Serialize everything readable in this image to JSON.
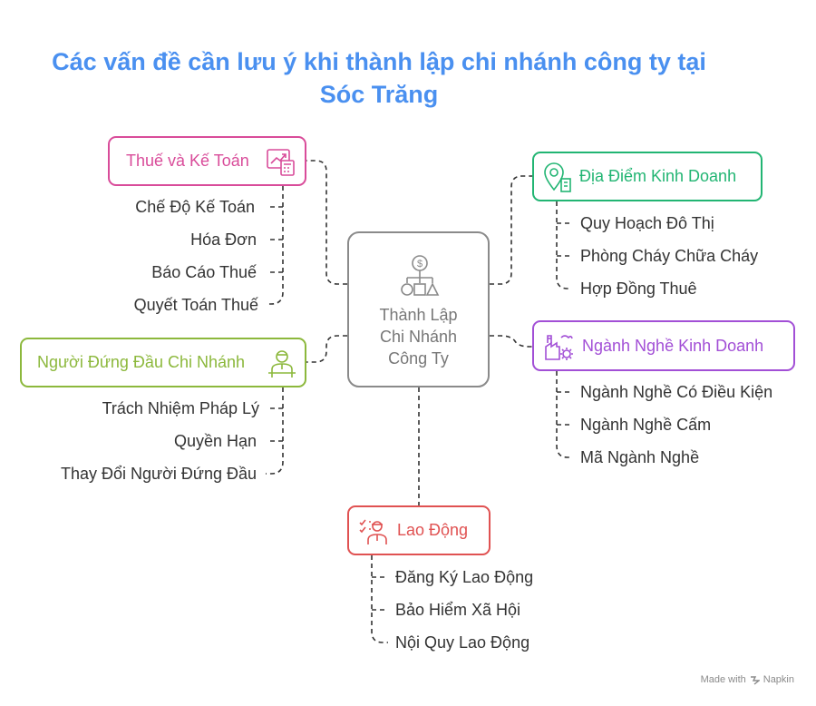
{
  "title": {
    "line1": "Các vấn đề cần lưu ý khi thành lập chi nhánh công ty tại",
    "line2": "Sóc Trăng"
  },
  "center": {
    "line1": "Thành Lập",
    "line2": "Chi Nhánh",
    "line3": "Công Ty",
    "icon": "org-chart-dollar-icon"
  },
  "colors": {
    "title": "#4a90f0",
    "tax": "#d94c9a",
    "location": "#22b573",
    "head": "#8cb83c",
    "business": "#a24fd6",
    "labor": "#e05252",
    "center": "#8a8a8a"
  },
  "branches": {
    "tax": {
      "label": "Thuế và Kế Toán",
      "icon": "chart-calculator-icon",
      "items": [
        "Chế Độ Kế Toán",
        "Hóa Đơn",
        "Báo Cáo Thuế",
        "Quyết Toán Thuế"
      ]
    },
    "location": {
      "label": "Địa Điểm Kinh Doanh",
      "icon": "map-pin-building-icon",
      "items": [
        "Quy Hoạch Đô Thị",
        "Phòng Cháy Chữa Cháy",
        "Hợp Đồng Thuê"
      ]
    },
    "head": {
      "label": "Người Đứng Đầu Chi Nhánh",
      "icon": "manager-at-desk-icon",
      "items": [
        "Trách Nhiệm Pháp Lý",
        "Quyền Hạn",
        "Thay Đổi Người Đứng Đầu"
      ]
    },
    "business": {
      "label": "Ngành Nghề Kinh Doanh",
      "icon": "factory-gear-icon",
      "items": [
        "Ngành Nghề Có Điều Kiện",
        "Ngành Nghề Cấm",
        "Mã Ngành Nghề"
      ]
    },
    "labor": {
      "label": "Lao Động",
      "icon": "worker-checklist-icon",
      "items": [
        "Đăng Ký Lao Động",
        "Bảo Hiểm Xã Hội",
        "Nội Quy Lao Động"
      ]
    }
  },
  "footer": {
    "text": "Made with",
    "brand": "Napkin"
  }
}
